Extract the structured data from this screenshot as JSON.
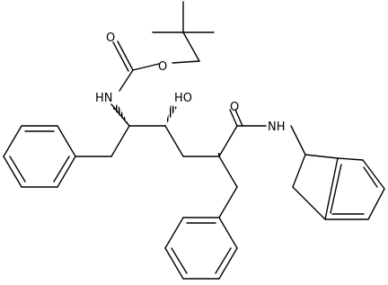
{
  "figure": {
    "kind": "skeletal-structure",
    "background": "#ffffff",
    "line_color": "#000000",
    "atom_labels": {
      "o_carbonyl_boc": "O",
      "o_ester_boc": "O",
      "nh_carbamate": "HN",
      "oh": "HO",
      "o_amide": "O",
      "nh_amide": "NH"
    }
  }
}
